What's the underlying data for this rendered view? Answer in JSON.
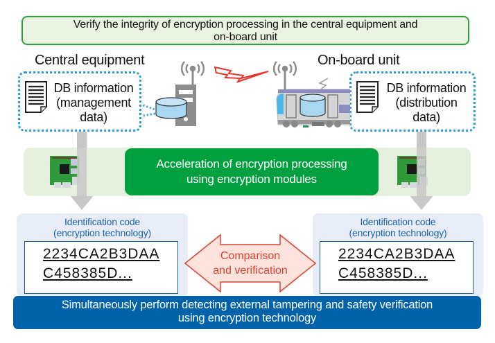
{
  "top_banner": {
    "line1": "Verify the integrity of encryption processing in the central equipment and",
    "line2": "on-board unit"
  },
  "central": {
    "title": "Central equipment",
    "db_line1": "DB information",
    "db_line2": "(management",
    "db_line3": "data)",
    "id_label_line1": "Identification code",
    "id_label_line2": "(encryption technology)",
    "code_line1": "2234CA2B3DAA",
    "code_line2": "C458385D..."
  },
  "onboard": {
    "title": "On-board unit",
    "db_line1": "DB information",
    "db_line2": "(distribution",
    "db_line3": "data)",
    "id_label_line1": "Identification code",
    "id_label_line2": "(encryption technology)",
    "code_line1": "2234CA2B3DAA",
    "code_line2": "C458385D..."
  },
  "acceleration": {
    "line1": "Acceleration of encryption processing",
    "line2": "using encryption modules"
  },
  "comparison": {
    "line1": "Comparison",
    "line2": "and verification"
  },
  "bottom_banner": {
    "line1": "Simultaneously perform detecting external tampering and safety verification",
    "line2": "using encryption technology"
  },
  "icons": {
    "document": "document-icon",
    "database": "database-cylinder-icon",
    "server": "server-tower-icon",
    "antenna": "wireless-antenna-icon",
    "lightning": "wireless-signal-bolt-icon",
    "train": "train-icon",
    "board": "encryption-module-board-icon",
    "arrow": "down-arrow-icon"
  },
  "colors": {
    "green_border": "#2fa33b",
    "green_fill": "#00a03e",
    "blue_dotted": "#2a9ad8",
    "id_label_blue": "#1f63ad",
    "bottom_blue": "#0062a8",
    "compare_red": "#e0402e",
    "compare_fill": "#fde3dc"
  }
}
